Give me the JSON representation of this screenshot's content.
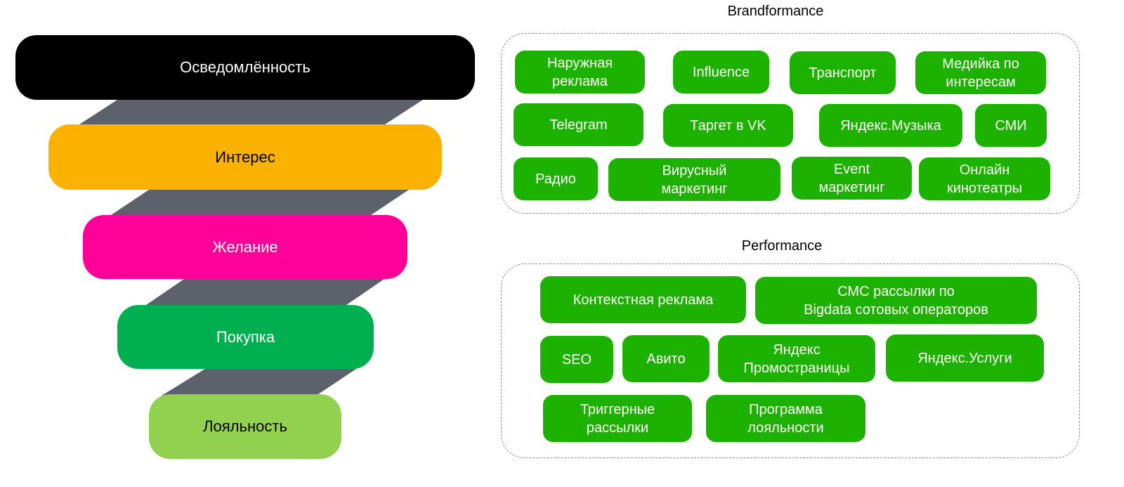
{
  "funnel": {
    "stages": [
      {
        "label": "Осведомлённость",
        "color": "#000000",
        "text_color": "#ffffff"
      },
      {
        "label": "Интерес",
        "color": "#FBB100",
        "text_color": "#000000"
      },
      {
        "label": "Желание",
        "color": "#FF0099",
        "text_color": "#ffffff"
      },
      {
        "label": "Покупка",
        "color": "#00B050",
        "text_color": "#ffffff"
      },
      {
        "label": "Лояльность",
        "color": "#92D050",
        "text_color": "#000000"
      }
    ],
    "connector_color": "#5C616B"
  },
  "brandformance": {
    "title": "Brandformance",
    "items": [
      "Наружная\nреклама",
      "Influence",
      "Транспорт",
      "Медийка по\nинтересам",
      "Telegram",
      "Таргет в VK",
      "Яндекс.Музыка",
      "СМИ",
      "Радио",
      "Вирусный\nмаркетинг",
      "Event\nмаркетинг",
      "Онлайн\nкинотеатры"
    ]
  },
  "performance": {
    "title": "Performance",
    "items": [
      "Контекстная реклама",
      "СМС рассылки по\nBigdata сотовых операторов",
      "SEO",
      "Авито",
      "Яндекс\nПромостраницы",
      "Яндекс.Услуги",
      "Триггерные\nрассылки",
      "Программа\nлояльности"
    ]
  },
  "colors": {
    "pill": "#1DB200"
  }
}
